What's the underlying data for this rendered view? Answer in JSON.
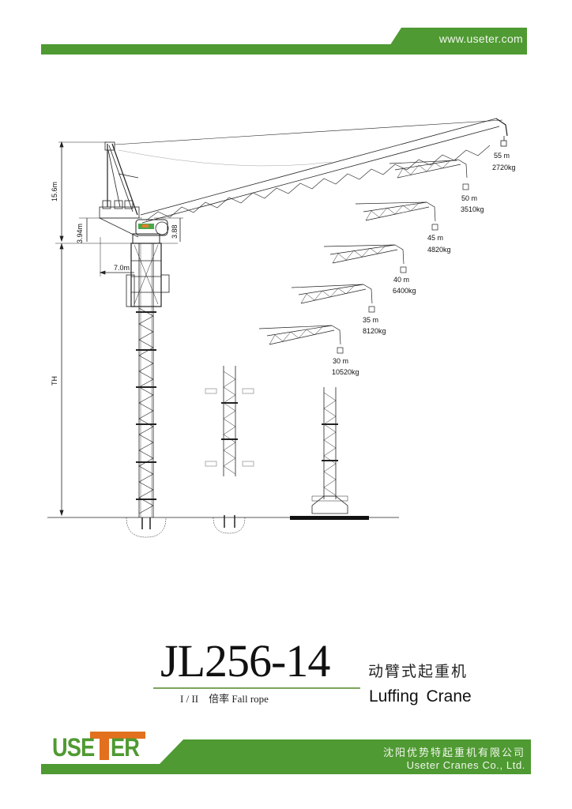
{
  "header": {
    "url": "www.useter.com",
    "accent_color": "#4f9a32"
  },
  "drawing": {
    "dimensions": {
      "top_height": "15.6m",
      "slew_height": "3.94m",
      "cab_height": "3.88",
      "tail_radius": "7.0m",
      "tower_height": "TH"
    },
    "load_points": [
      {
        "radius": "55 m",
        "load": "2720kg"
      },
      {
        "radius": "50 m",
        "load": "3510kg"
      },
      {
        "radius": "45 m",
        "load": "4820kg"
      },
      {
        "radius": "40 m",
        "load": "6400kg"
      },
      {
        "radius": "35 m",
        "load": "8120kg"
      },
      {
        "radius": "30 m",
        "load": "10520kg"
      }
    ]
  },
  "title": {
    "model": "JL256-14",
    "fall_rope": "I / II    倍率 Fall rope",
    "chinese_name": "动臂式起重机",
    "english_name": "Luffing Crane"
  },
  "footer": {
    "logo_left": "USE",
    "logo_right": "ER",
    "logo_t_color": "#e2701e",
    "company_cn": "沈阳优势特起重机有限公司",
    "company_en": "Useter Cranes Co., Ltd."
  }
}
